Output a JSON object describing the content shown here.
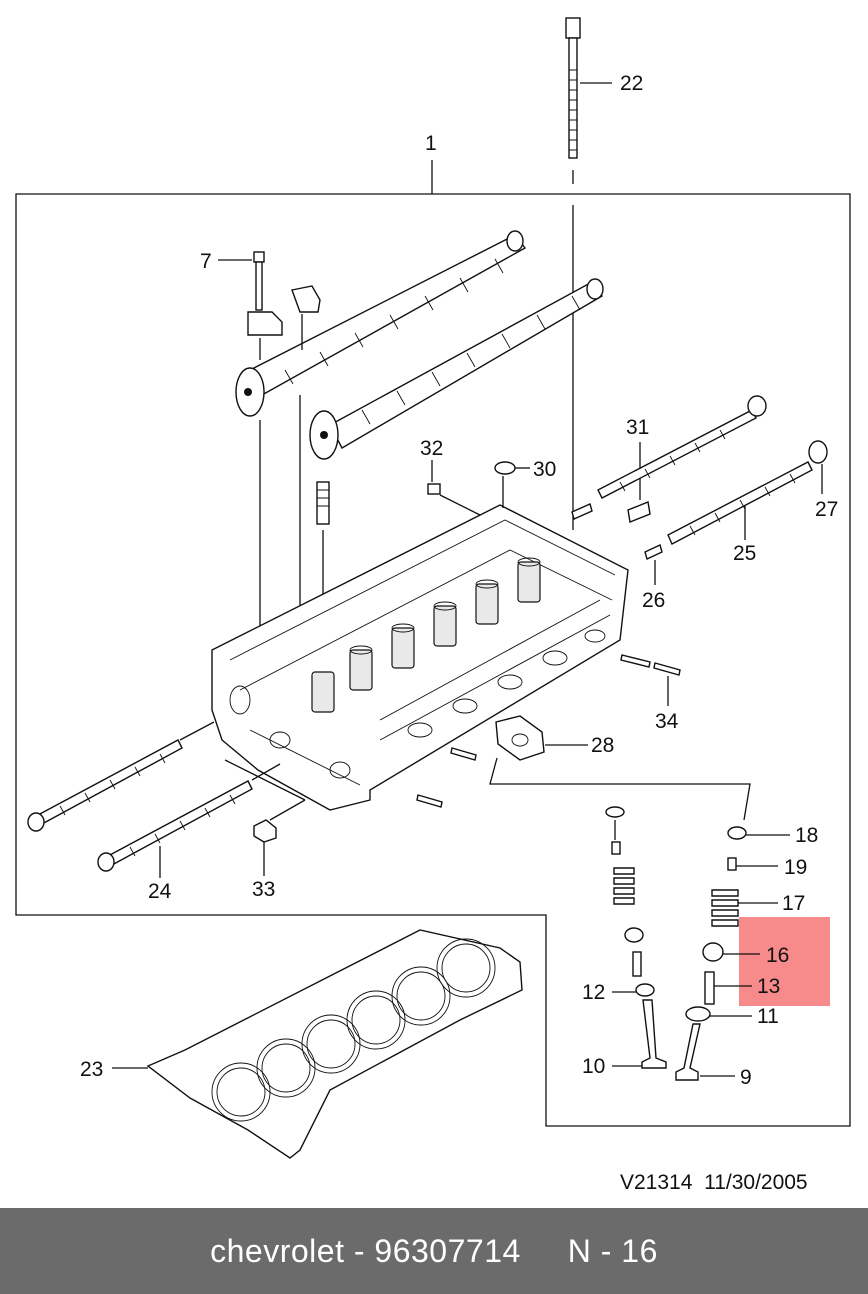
{
  "callouts": {
    "c1": "1",
    "c7": "7",
    "c9": "9",
    "c10": "10",
    "c11": "11",
    "c12": "12",
    "c13": "13",
    "c16": "16",
    "c17": "17",
    "c18": "18",
    "c19": "19",
    "c22": "22",
    "c23": "23",
    "c24": "24",
    "c25": "25",
    "c26": "26",
    "c27": "27",
    "c28": "28",
    "c30": "30",
    "c31": "31",
    "c32": "32",
    "c33": "33",
    "c34": "34"
  },
  "drawing_ref": "V21314  11/30/2005",
  "footer_text": "chevrolet - 96307714     N - 16",
  "colors": {
    "highlight": "#f78b8b",
    "footer_bg": "#6b6b6b",
    "footer_text": "#ffffff"
  },
  "highlighted_parts": [
    "16",
    "13"
  ]
}
